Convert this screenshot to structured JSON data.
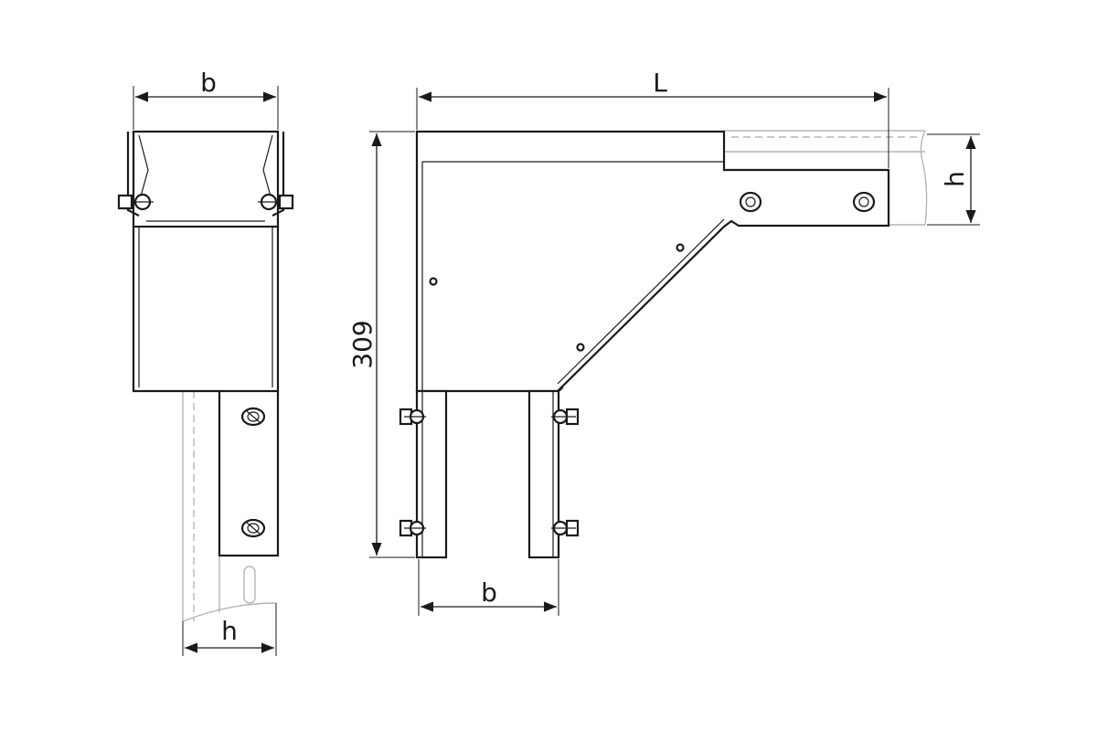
{
  "dimensions": {
    "side_width": "b",
    "bottom_height": "h",
    "overall_length": "L",
    "overall_height": "309",
    "branch_width": "b",
    "right_height": "h"
  }
}
